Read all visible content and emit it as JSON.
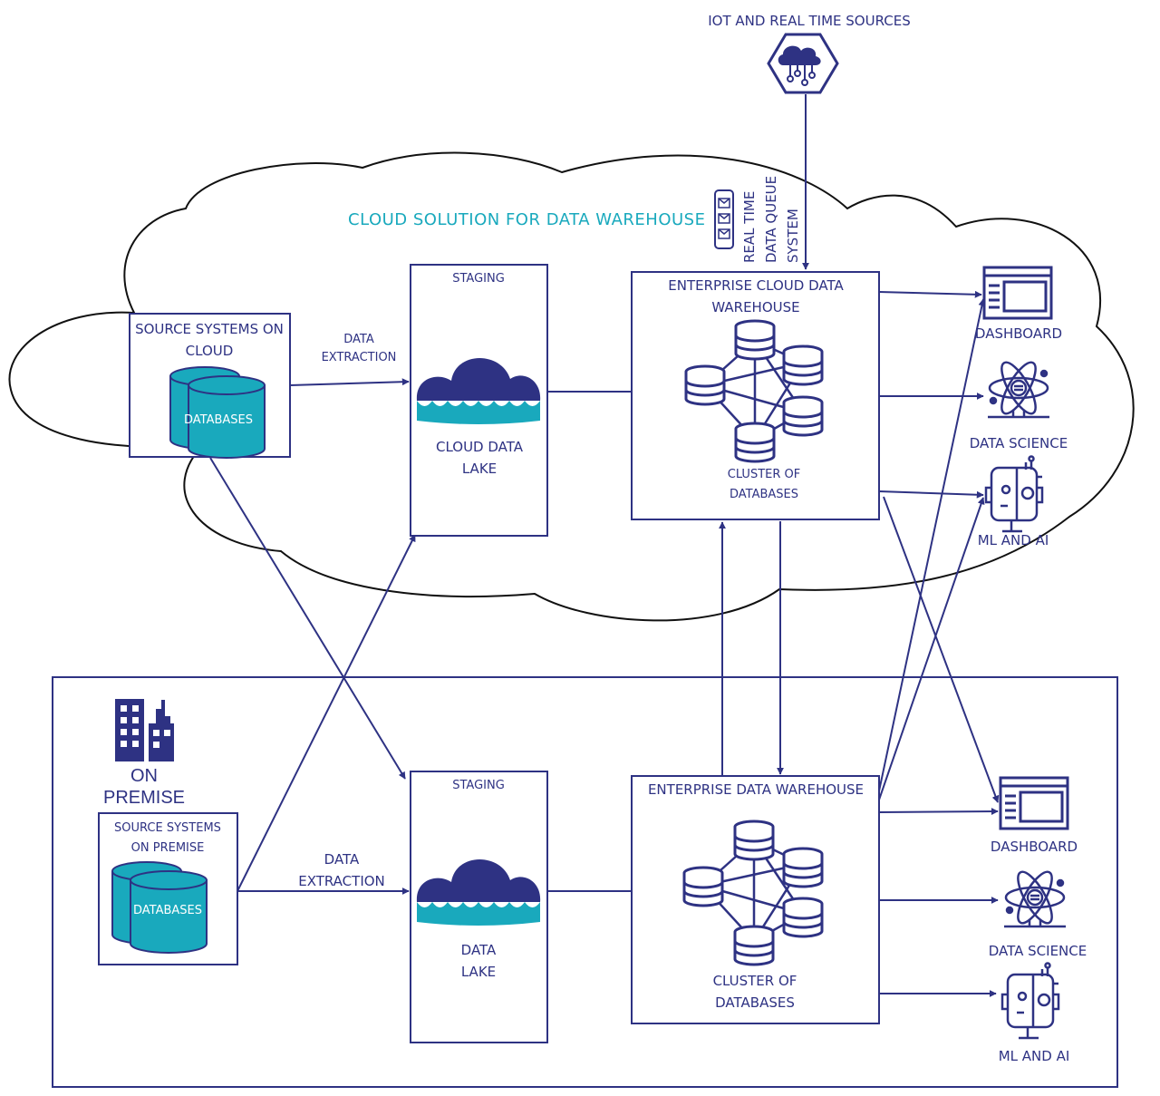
{
  "iot": {
    "title": "IOT AND REAL TIME SOURCES",
    "icon": "iot-cloud-icon"
  },
  "cloud_region": {
    "title": "CLOUD SOLUTION FOR DATA WAREHOUSE"
  },
  "queue": {
    "line1": "REAL TIME",
    "line2": "DATA QUEUE",
    "line3": "SYSTEM",
    "icon": "message-queue-icon"
  },
  "cloud_sources": {
    "line1": "SOURCE SYSTEMS ON",
    "line2": "CLOUD",
    "db_label": "DATABASES"
  },
  "cloud_extraction": {
    "line1": "DATA",
    "line2": "EXTRACTION"
  },
  "cloud_staging": {
    "title": "STAGING",
    "line1": "CLOUD DATA",
    "line2": "LAKE"
  },
  "cloud_dw": {
    "line1": "ENTERPRISE CLOUD DATA",
    "line2": "WAREHOUSE",
    "cluster1": "CLUSTER OF",
    "cluster2": "DATABASES"
  },
  "cloud_outputs": {
    "dashboard": "DASHBOARD",
    "data_science": "DATA SCIENCE",
    "ml_ai": "ML AND AI"
  },
  "premise": {
    "line1": "ON",
    "line2": "PREMISE",
    "icon": "buildings-icon"
  },
  "premise_sources": {
    "line1": "SOURCE SYSTEMS",
    "line2": "ON PREMISE",
    "db_label": "DATABASES"
  },
  "premise_extraction": {
    "line1": "DATA",
    "line2": "EXTRACTION"
  },
  "premise_staging": {
    "title": "STAGING",
    "line1": "DATA",
    "line2": "LAKE"
  },
  "premise_dw": {
    "title": "ENTERPRISE DATA WAREHOUSE",
    "cluster1": "CLUSTER OF",
    "cluster2": "DATABASES"
  },
  "premise_outputs": {
    "dashboard": "DASHBOARD",
    "data_science": "DATA SCIENCE",
    "ml_ai": "ML AND AI"
  },
  "colors": {
    "navy": "#2e3283",
    "teal": "#19a9bd"
  }
}
